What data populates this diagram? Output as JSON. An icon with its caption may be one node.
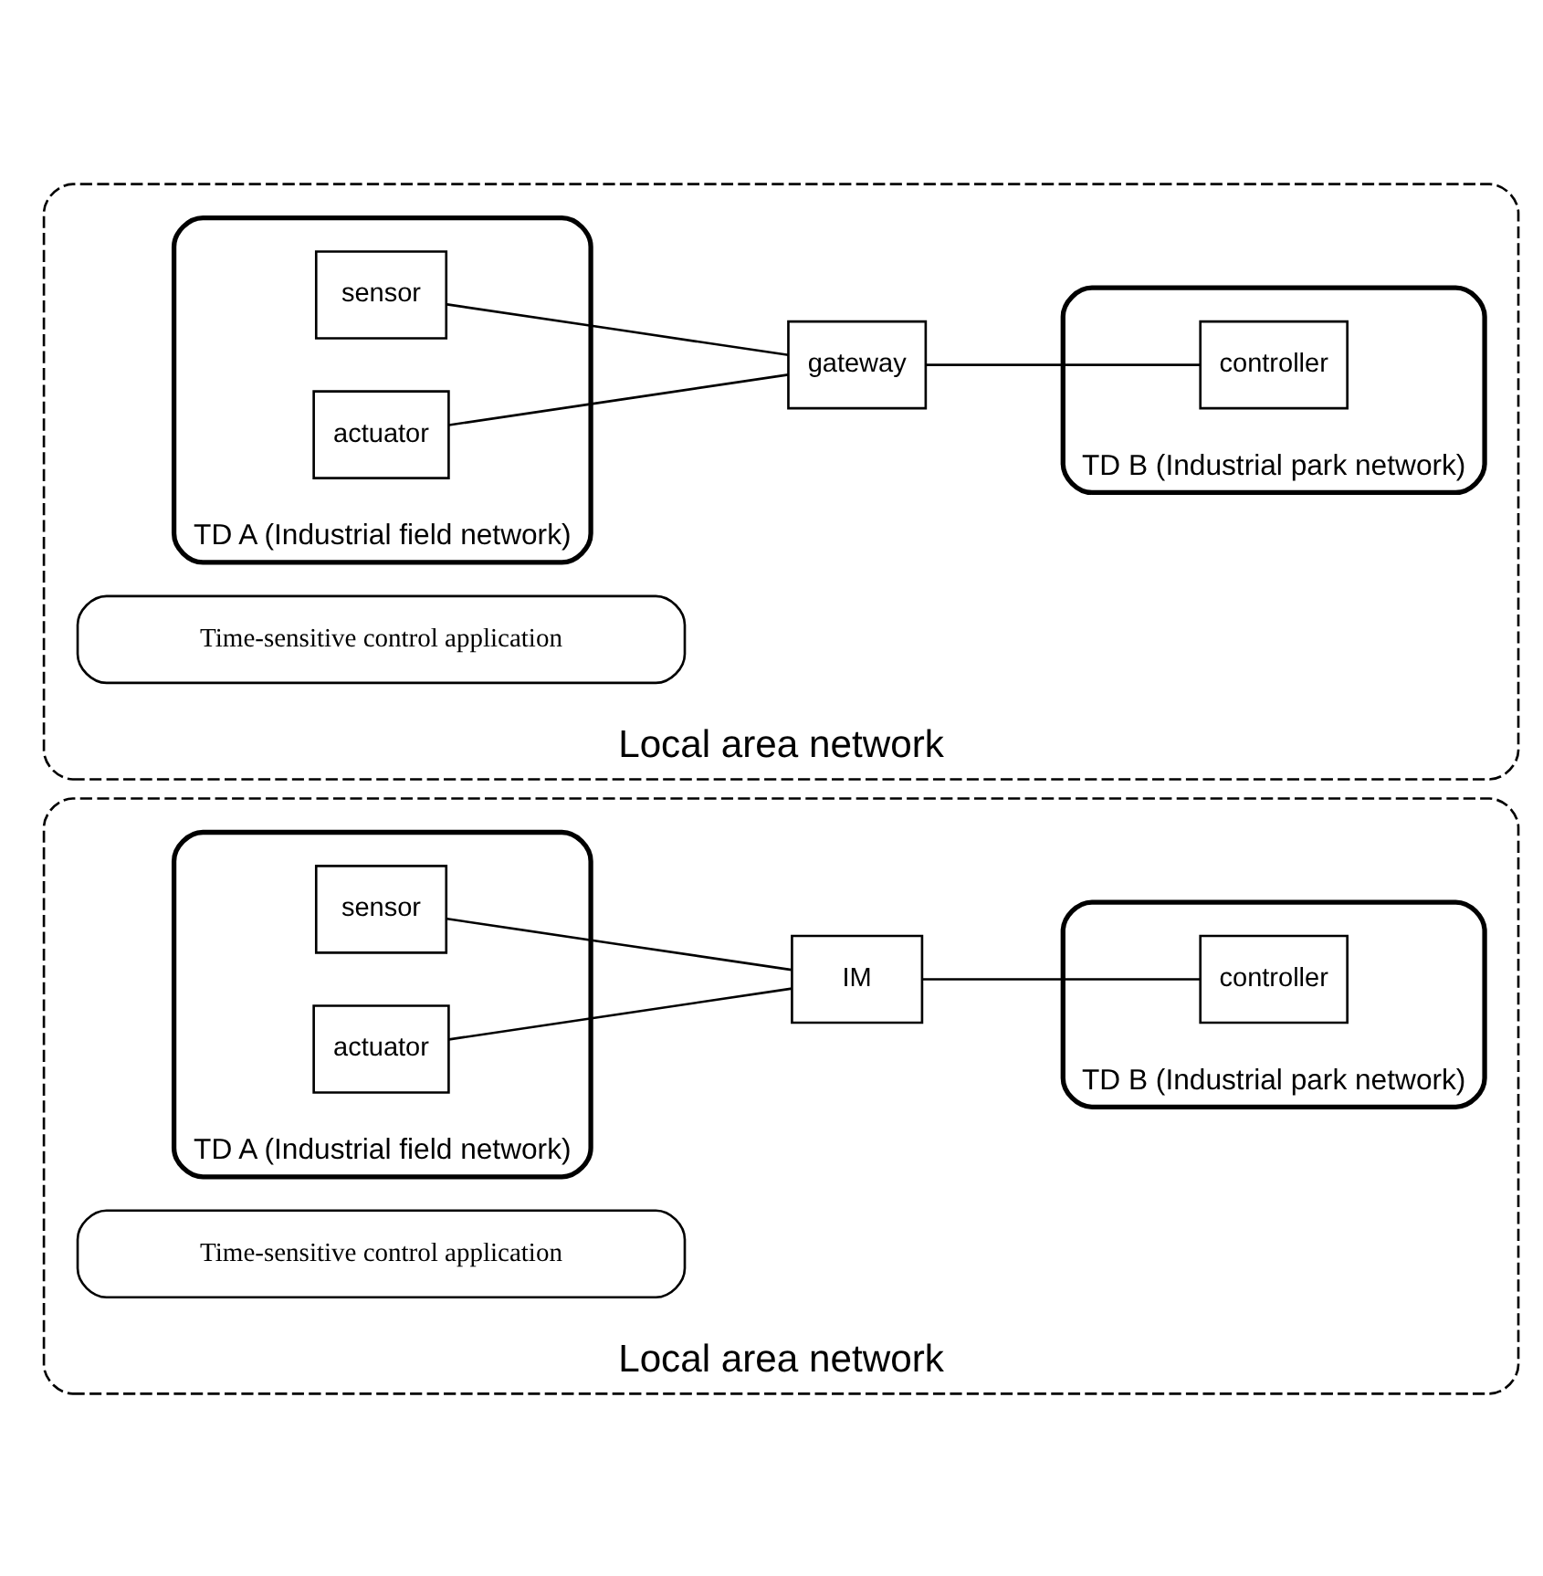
{
  "diagram": {
    "nodes": [
      {
        "text": [
          "Local area network"
        ]
      },
      {
        "text": [
          "Time-sensitive control application"
        ],
        "in": 0
      },
      {
        "text": [
          "TD A (Industrial field network)"
        ],
        "in": 0
      },
      {
        "text": [
          "sensor"
        ],
        "in": 2
      },
      {
        "text": [
          "actuator"
        ],
        "in": 2
      },
      {
        "text": [
          "IM"
        ],
        "in": 0
      },
      {
        "text": [
          "TD B (Industrial park network)"
        ],
        "in": 0
      },
      {
        "text": [
          "controller"
        ],
        "in": 6
      },
      {
        "text": [
          "Local area network"
        ]
      },
      {
        "text": [
          "Time-sensitive control application"
        ],
        "in": 8
      },
      {
        "text": [
          "TD A (Industrial field network)"
        ],
        "in": 8
      },
      {
        "text": [
          "sensor"
        ],
        "in": 10
      },
      {
        "text": [
          "actuator"
        ],
        "in": 10
      },
      {
        "text": [
          "gateway"
        ],
        "in": 8
      },
      {
        "text": [
          "TD B (Industrial park network)"
        ],
        "in": 8
      },
      {
        "text": [
          "controller"
        ],
        "in": 14
      }
    ],
    "edges": [
      {
        "from": 3,
        "to": 5,
        "arrow": "none"
      },
      {
        "from": 4,
        "to": 5,
        "arrow": "none"
      },
      {
        "from": 5,
        "to": 7,
        "arrow": "none"
      },
      {
        "from": 11,
        "to": 13,
        "arrow": "none"
      },
      {
        "from": 12,
        "to": 13,
        "arrow": "none"
      },
      {
        "from": 13,
        "to": 15,
        "arrow": "none"
      }
    ]
  }
}
